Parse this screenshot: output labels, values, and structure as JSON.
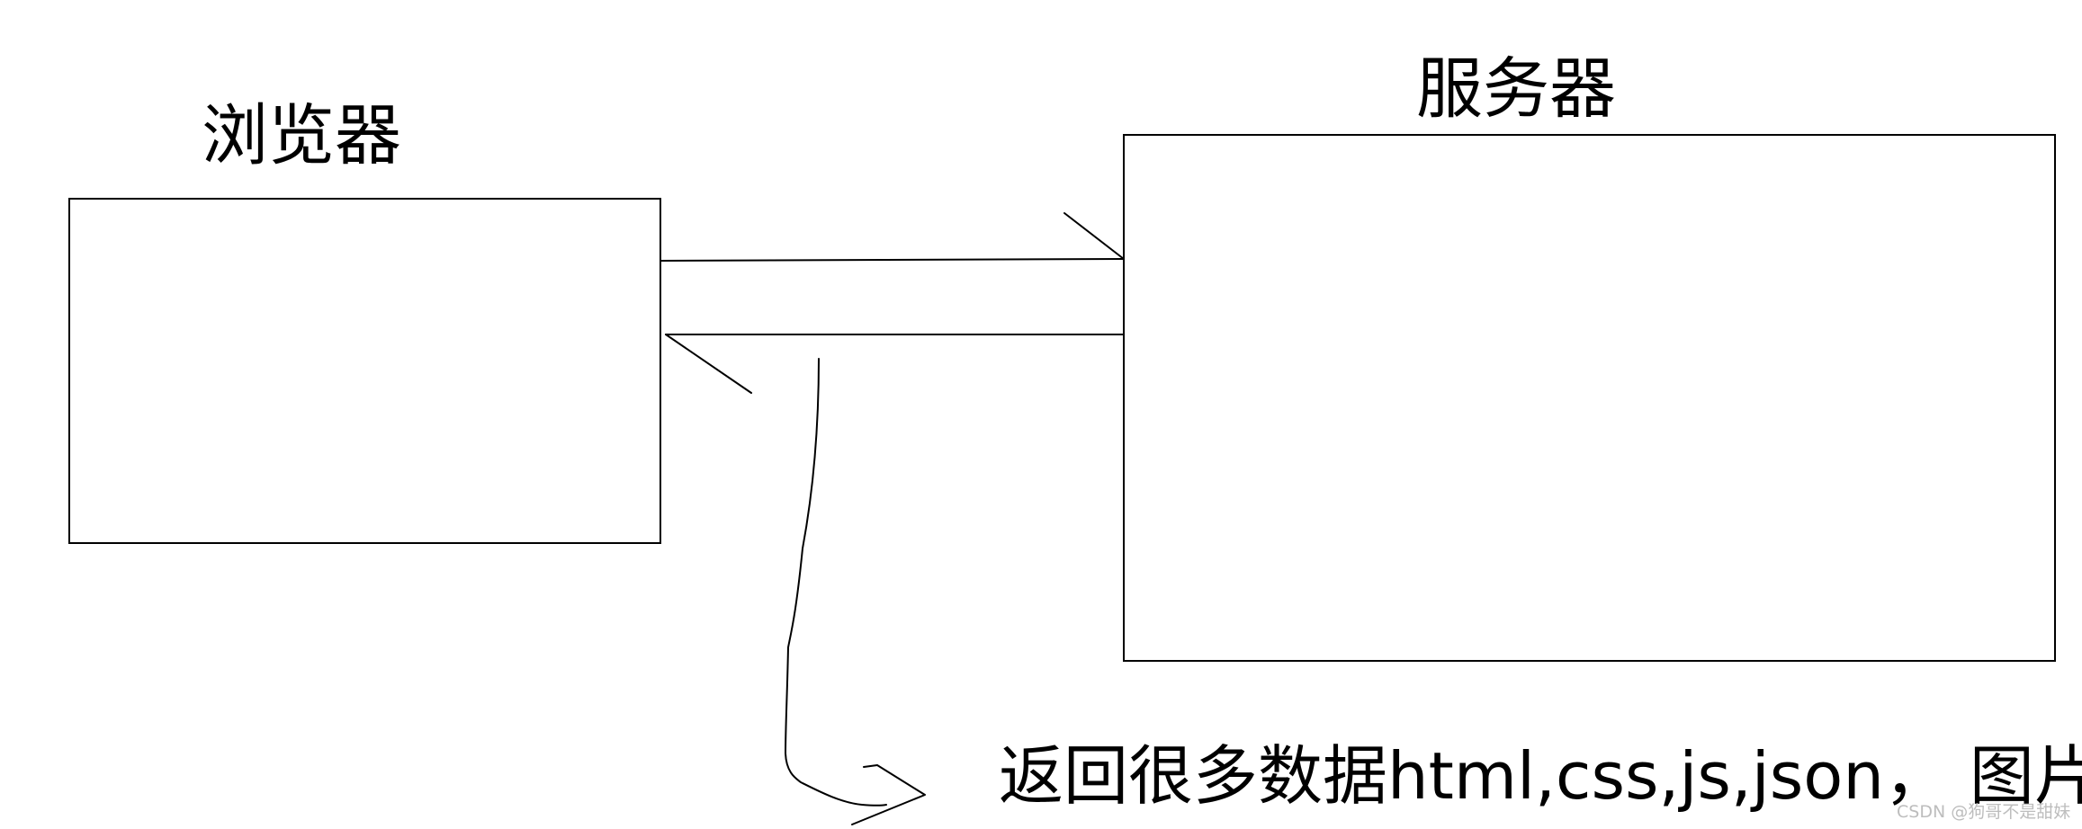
{
  "diagram": {
    "browser_label": "浏览器",
    "server_label": "服务器",
    "response_note": "返回很多数据html,css,js,json， 图片"
  },
  "watermark": "CSDN @狗哥不是甜妹",
  "colors": {
    "stroke": "#000000",
    "background": "#ffffff",
    "watermark": "#bdbdbd"
  }
}
